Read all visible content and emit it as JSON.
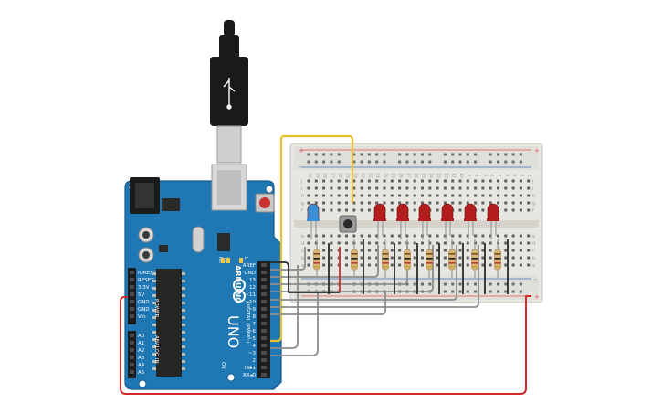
{
  "colors": {
    "arduino_board": "#1f78b4",
    "breadboard": "#e8e6e1",
    "wire_black": "#2a2a2a",
    "wire_gray": "#8d8d8d",
    "wire_red": "#d22b2b",
    "wire_yellow": "#e6c12b",
    "led_red": "#b41d1d",
    "led_blue": "#3a8fd6",
    "resistor": "#d8b57a"
  },
  "arduino": {
    "brand": "ARDUINO",
    "model": "UNO",
    "digital_header": "DIGITAL (PWM~)",
    "power_header": "POWER",
    "analog_header": "ANALOG IN",
    "tx_label": "TX",
    "rx_label": "RX",
    "l_label": "L",
    "on_label": "ON",
    "digital_pins": [
      "AREF",
      "GND",
      "13",
      "12",
      "~11",
      "~10",
      "~9",
      "8",
      "7",
      "~6",
      "~5",
      "4",
      "~3",
      "2",
      "TX▸1",
      "RX◂0"
    ],
    "power_pins": [
      "IOREF",
      "RESET",
      "3.3V",
      "5V",
      "GND",
      "GND",
      "Vin"
    ],
    "analog_pins": [
      "A0",
      "A1",
      "A2",
      "A3",
      "A4",
      "A5"
    ]
  },
  "breadboard": {
    "rail_plus": "+",
    "rail_minus": "-",
    "row_letters_top": [
      "j",
      "i",
      "h",
      "g",
      "f"
    ],
    "row_letters_bottom": [
      "e",
      "d",
      "c",
      "b",
      "a"
    ],
    "column_numbers": [
      "30",
      "29",
      "28",
      "27",
      "26",
      "25",
      "24",
      "23",
      "22",
      "21",
      "20",
      "19",
      "18",
      "17",
      "16",
      "15",
      "14",
      "13",
      "12",
      "11",
      "10",
      "9",
      "8",
      "7",
      "6",
      "5",
      "4",
      "3",
      "2",
      "1"
    ]
  },
  "components": {
    "leds": [
      {
        "color": "blue"
      },
      {
        "color": "red"
      },
      {
        "color": "red"
      },
      {
        "color": "red"
      },
      {
        "color": "red"
      },
      {
        "color": "red"
      },
      {
        "color": "red"
      }
    ],
    "pushbutton_count": 1,
    "resistor_count": 8,
    "usb_cable": "usb-b-cable-icon"
  }
}
